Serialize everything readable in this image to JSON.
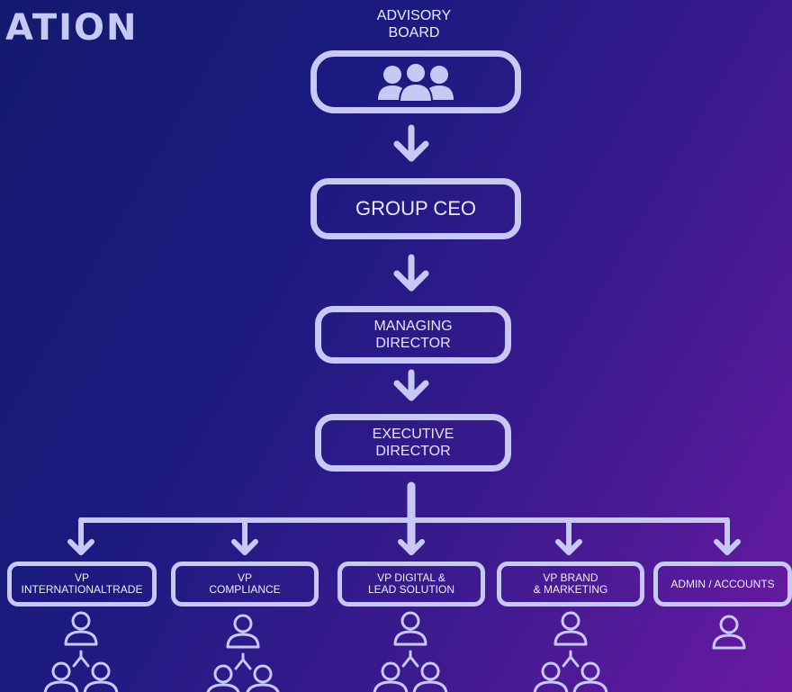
{
  "heading": "ATION",
  "advisory": {
    "line1": "ADVISORY",
    "line2": "BOARD",
    "icon": "people-group-icon"
  },
  "ceo": {
    "label": "GROUP CEO"
  },
  "md": {
    "line1": "MANAGING",
    "line2": "DIRECTOR"
  },
  "ed": {
    "line1": "EXECUTIVE",
    "line2": "DIRECTOR"
  },
  "vps": [
    {
      "line1": "VP",
      "line2": "INTERNATIONALTRADE"
    },
    {
      "line1": "VP",
      "line2": "COMPLIANCE"
    },
    {
      "line1": "VP DIGITAL &",
      "line2": "LEAD SOLUTION"
    },
    {
      "line1": "VP BRAND",
      "line2": "& MARKETING"
    },
    {
      "line1": "ADMIN / ACCOUNTS",
      "line2": ""
    }
  ],
  "colors": {
    "line": "#c8c8f4",
    "bg_start": "#141a6e",
    "bg_end": "#6a1aa2"
  }
}
